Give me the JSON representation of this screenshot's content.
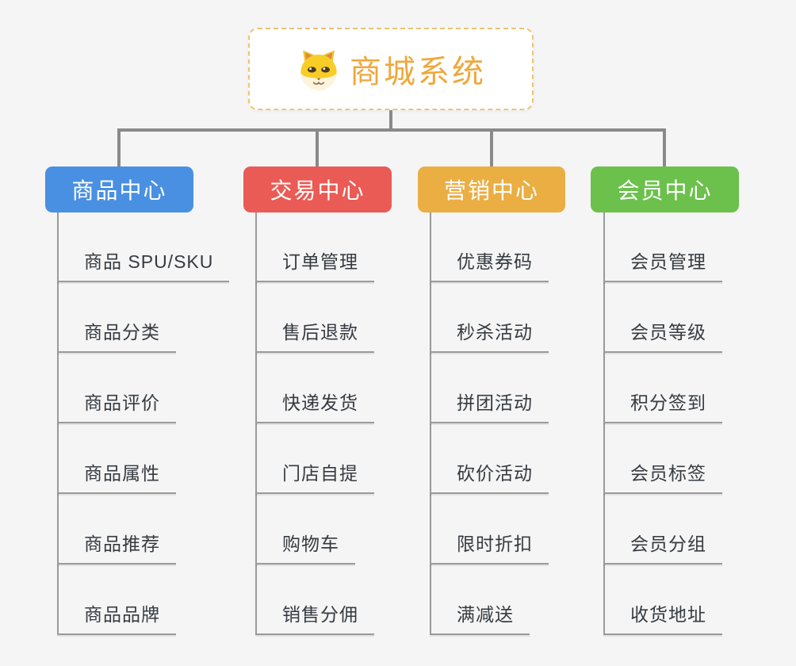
{
  "root": {
    "title": "商城系统",
    "icon": "dog-face",
    "text_color": "#efa83c",
    "border_color": "#f0c473"
  },
  "connector_color": "#8a8a8a",
  "columns": [
    {
      "label": "商品中心",
      "color": "#4a90e2",
      "items": [
        "商品 SPU/SKU",
        "商品分类",
        "商品评价",
        "商品属性",
        "商品推荐",
        "商品品牌"
      ]
    },
    {
      "label": "交易中心",
      "color": "#ea5b55",
      "items": [
        "订单管理",
        "售后退款",
        "快递发货",
        "门店自提",
        "购物车",
        "销售分佣"
      ]
    },
    {
      "label": "营销中心",
      "color": "#eaae42",
      "items": [
        "优惠券码",
        "秒杀活动",
        "拼团活动",
        "砍价活动",
        "限时折扣",
        "满减送"
      ]
    },
    {
      "label": "会员中心",
      "color": "#6bc14b",
      "items": [
        "会员管理",
        "会员等级",
        "积分签到",
        "会员标签",
        "会员分组",
        "收货地址"
      ]
    }
  ]
}
